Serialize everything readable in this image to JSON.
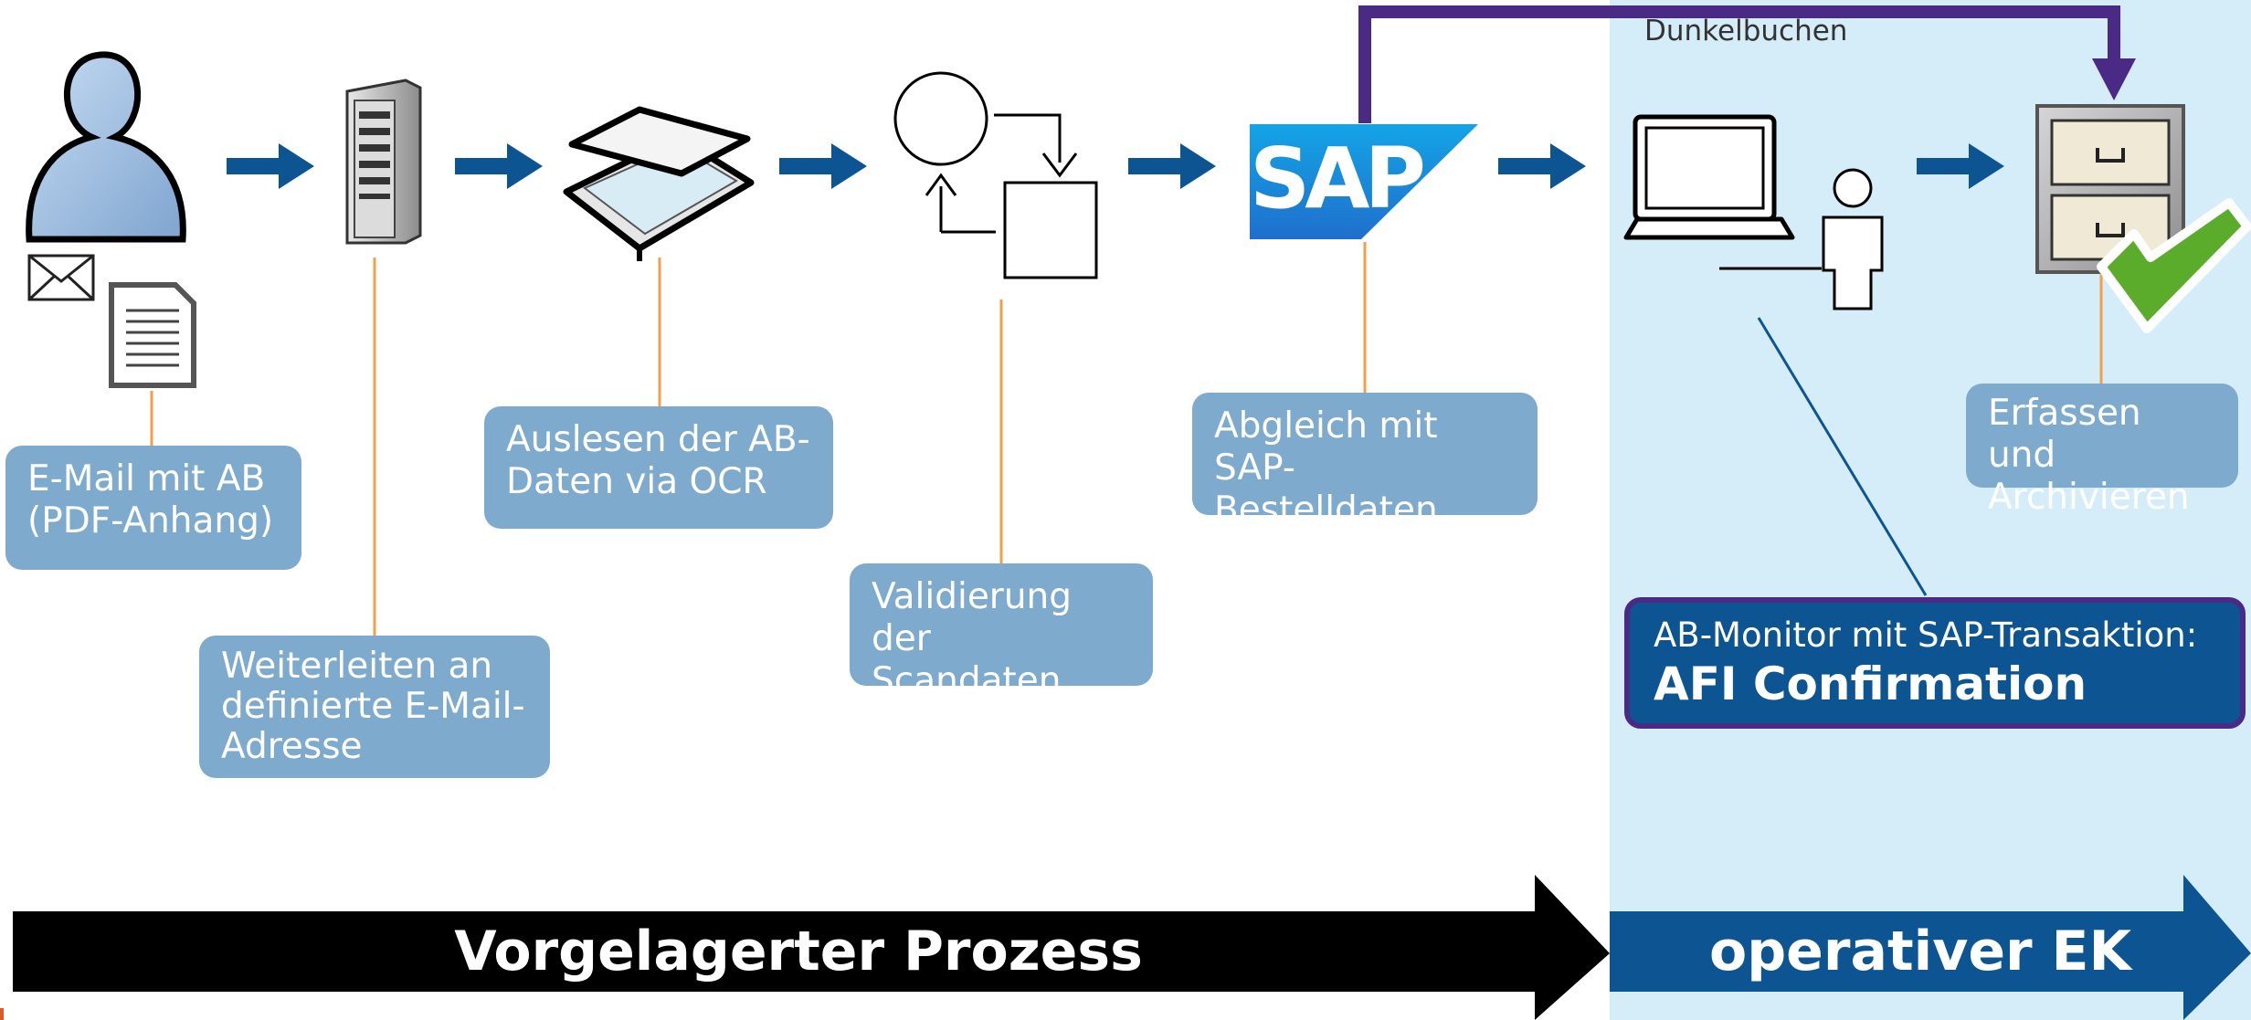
{
  "steps": {
    "email": {
      "line1": "E-Mail mit AB",
      "line2": "(PDF-Anhang)"
    },
    "forward": {
      "line1": "Weiterleiten an",
      "line2": "definierte E-Mail-",
      "line3": "Adresse"
    },
    "ocr": {
      "line1": "Auslesen der AB-",
      "line2": "Daten via OCR"
    },
    "validate": {
      "line1": "Validierung",
      "line2": "der Scandaten"
    },
    "match": {
      "line1": "Abgleich mit",
      "line2": "SAP-Bestelldaten"
    },
    "archive": {
      "line1": "Erfassen und",
      "line2": "Archivieren"
    }
  },
  "monitor": {
    "line1": "AB-Monitor mit SAP-Transaktion:",
    "line2": "AFI Confirmation"
  },
  "dark_posting_label": "Dunkelbuchen",
  "sap_logo_text": "SAP",
  "sap_registered": "®",
  "banners": {
    "left": "Vorgelagerter Prozess",
    "right": "operativer EK"
  },
  "colors": {
    "flow_arrow": "#0d5592",
    "label_box": "#7eabcd",
    "connector_line": "#f0a04b",
    "dark_posting_arrow": "#4a2a84",
    "operative_background": "#d4edf9",
    "left_banner": "#000000",
    "right_banner": "#0d5592",
    "checkmark": "#5aac2a"
  },
  "icons": [
    "user-icon",
    "envelope-icon",
    "document-icon",
    "server-icon",
    "scanner-icon",
    "cycle-icon",
    "sap-logo",
    "laptop-user-icon",
    "file-cabinet-icon",
    "checkmark-icon"
  ]
}
